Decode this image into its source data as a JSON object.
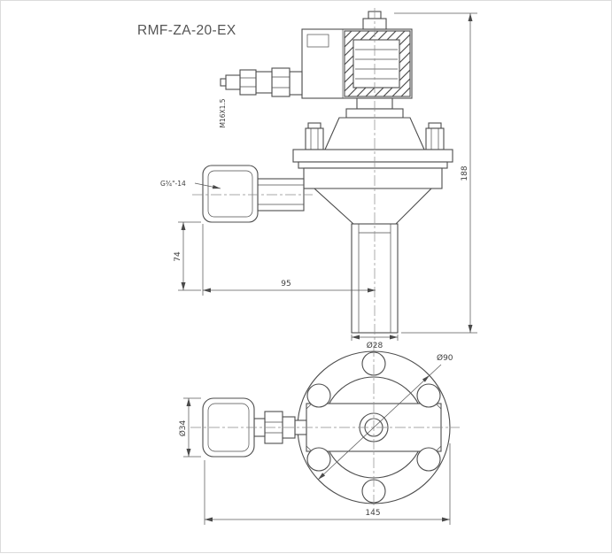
{
  "page": {
    "background": "#ffffff",
    "border": "#dcdcdc"
  },
  "drawing": {
    "title": "RMF-ZA-20-EX",
    "line_color": "#4d4d4d",
    "views": {
      "side": {
        "labels": {
          "cable_gland_thread": "M16X1.5",
          "inlet_thread": "G¾\"-14"
        },
        "dimensions": {
          "overall_height": "188",
          "inlet_drop": "74",
          "inlet_to_outlet_center": "95",
          "outlet_diameter": "Ø28"
        }
      },
      "bottom": {
        "dimensions": {
          "flange_diameter": "Ø90",
          "connector_diameter": "Ø34",
          "overall_length": "145"
        }
      }
    }
  }
}
